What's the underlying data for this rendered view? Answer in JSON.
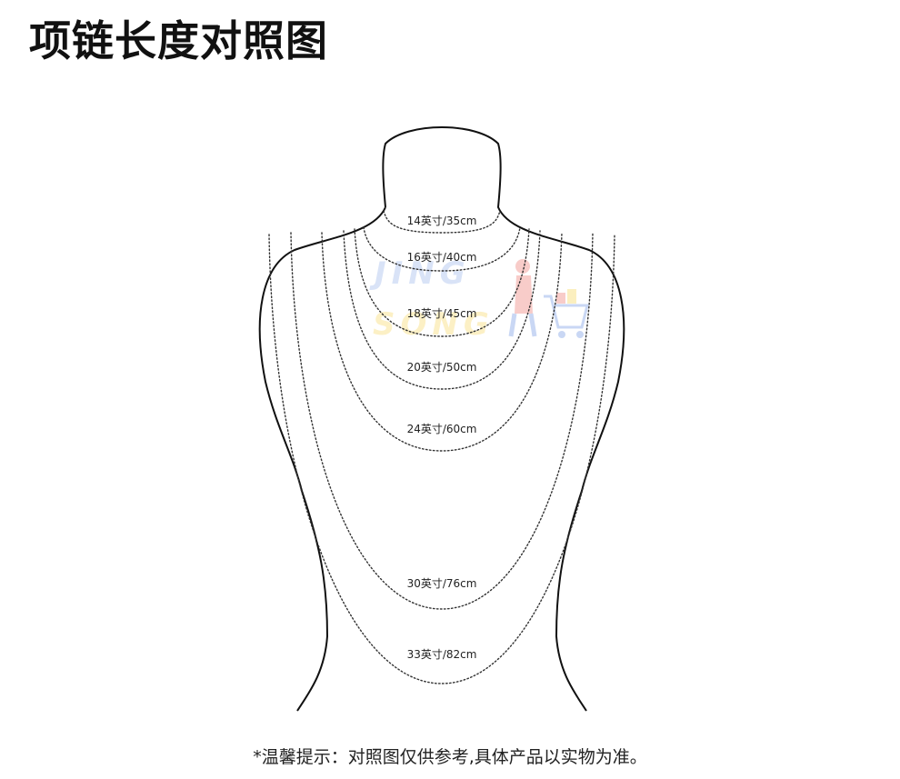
{
  "title": "项链长度对照图",
  "colors": {
    "outline": "#111111",
    "chain": "#333333",
    "text": "#222222",
    "watermark_blue": "#3d6fd6",
    "watermark_yellow": "#f2c418",
    "watermark_red": "#e5473a"
  },
  "necklaces": [
    {
      "inches": 14,
      "cm": 35,
      "label": "14英寸/35cm"
    },
    {
      "inches": 16,
      "cm": 40,
      "label": "16英寸/40cm"
    },
    {
      "inches": 18,
      "cm": 45,
      "label": "18英寸/45cm"
    },
    {
      "inches": 20,
      "cm": 50,
      "label": "20英寸/50cm"
    },
    {
      "inches": 24,
      "cm": 60,
      "label": "24英寸/60cm"
    },
    {
      "inches": 30,
      "cm": 76,
      "label": "30英寸/76cm"
    },
    {
      "inches": 33,
      "cm": 82,
      "label": "33英寸/82cm"
    }
  ],
  "watermark": {
    "line1": "JING",
    "line2": "SONG"
  },
  "icons": [
    "shopping-cart-icon"
  ],
  "footnote": "*温馨提示：对照图仅供参考,具体产品以实物为准。"
}
